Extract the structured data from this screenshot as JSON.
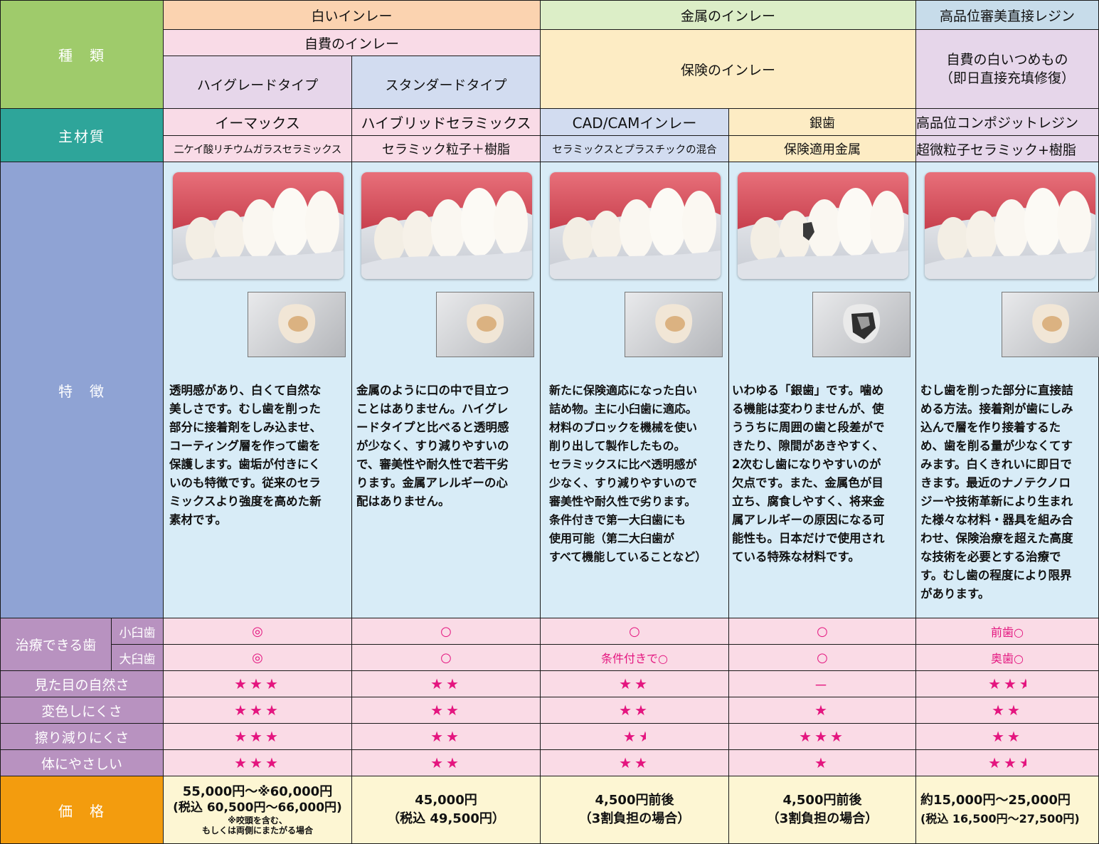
{
  "colors": {
    "green": "#9fcb6b",
    "teal": "#2ea59a",
    "blue": "#8fa3d4",
    "purple": "#b892c0",
    "orange": "#f39c0e",
    "peach": "#fbd3b0",
    "light_pink": "#f9dbe7",
    "lavender": "#e6d6ea",
    "periwinkle": "#d2dcf0",
    "light_green": "#dceec7",
    "cream": "#fdecc4",
    "sky": "#c7dcea",
    "feature_bg": "#d8ecf7",
    "score_bg": "#fadbe6",
    "price_bg": "#fdf6d3",
    "magenta": "#e4157f"
  },
  "row_headers": {
    "type": "種　類",
    "material": "主材質",
    "features": "特　徴",
    "treatable": "治療できる歯",
    "premolar": "小臼歯",
    "molar": "大臼歯",
    "appearance": "見た目の自然さ",
    "discolor": "変色しにくさ",
    "wear": "擦り減りにくさ",
    "body": "体にやさしい",
    "price": "価　格"
  },
  "groups": {
    "white_inlay": "白いインレー",
    "metal_inlay": "金属のインレー",
    "resin": "高品位審美直接レジン",
    "self_pay_inlay": "自費のインレー",
    "insurance_inlay": "保険のインレー",
    "resin_sub": "自費の白いつめもの\n（即日直接充填修復）"
  },
  "columns": [
    {
      "type": "ハイグレードタイプ",
      "material": "イーマックス",
      "composition": "二ケイ酸リチウムガラスセラミックス",
      "tooth_icon": "tooth-icon",
      "description": "透明感があり、白くて自然な\n美しさです。むし歯を削った\n部分に接着剤をしみ込ませ、\nコーティング層を作って歯を\n保護します。歯垢が付きにく\nいのも特徴です。従来のセラ\nミックスより強度を高めた新\n素材です。",
      "premolar": "◎",
      "molar": "◎",
      "appearance": "★★★",
      "discolor": "★★★",
      "wear": "★★★",
      "body": "★★★",
      "price": {
        "main": "55,000円～※60,000円",
        "tax": "(税込 60,500円～66,000円)",
        "note1": "※咬頭を含む、",
        "note2": "もしくは両側にまたがる場合"
      }
    },
    {
      "type": "スタンダードタイプ",
      "material": "ハイブリッドセラミックス",
      "composition": "セラミック粒子＋樹脂",
      "tooth_icon": "tooth-icon",
      "description": "金属のように口の中で目立つ\nことはありません。ハイグレ\nードタイプと比べると透明感\nが少なく、すり減りやすいの\nで、審美性や耐久性で若干劣\nります。金属アレルギーの心\n配はありません。",
      "premolar": "○",
      "molar": "○",
      "appearance": "★★",
      "discolor": "★★",
      "wear": "★★",
      "body": "★★",
      "price": {
        "main": "45,000円",
        "tax": "（税込 49,500円）"
      }
    },
    {
      "material": "CAD/CAMインレー",
      "composition": "セラミックスとプラスチックの混合",
      "tooth_icon": "tooth-icon",
      "description": "新たに保険適応になった白い\n詰め物。主に小臼歯に適応。\n材料のブロックを機械を使い\n削り出して製作したもの。\nセラミックスに比べ透明感が\n少なく、すり減りやすいので\n審美性や耐久性で劣ります。\n条件付きで第一大臼歯にも\n使用可能（第二大臼歯が\nすべて機能していることなど）",
      "premolar": "○",
      "molar": "条件付きで○",
      "appearance": "★★",
      "discolor": "★★",
      "wear": "★",
      "body": "★★",
      "wear_half": true,
      "price": {
        "main": "4,500円前後",
        "tax": "（3割負担の場合）"
      }
    },
    {
      "material": "銀歯",
      "composition": "保険適用金属",
      "tooth_icon": "metal-tooth-icon",
      "description": "いわゆる「銀歯」です。噛め\nる機能は変わりませんが、使\nううちに周囲の歯と段差がで\nきたり、隙間があきやすく、\n2次むし歯になりやすいのが\n欠点です。また、金属色が目\n立ち、腐食しやすく、将来金\n属アレルギーの原因になる可\n能性も。日本だけで使用され\nている特殊な材料です。",
      "premolar": "○",
      "molar": "○",
      "appearance": "－",
      "discolor": "★",
      "wear": "★★★",
      "body": "★",
      "price": {
        "main": "4,500円前後",
        "tax": "（3割負担の場合）"
      }
    },
    {
      "material": "高品位コンポジットレジン",
      "composition": "超微粒子セラミック+樹脂",
      "tooth_icon": "tooth-icon",
      "description": "むし歯を削った部分に直接詰\nめる方法。接着剤が歯にしみ\n込んで層を作り接着するた\nめ、歯を削る量が少なくてす\nみます。白くきれいに即日で\nきます。最近のナノテクノロ\nジーや技術革新により生まれ\nた様々な材料・器具を組み合\nわせ、保険治療を超えた高度\nな技術を必要とする治療で\nす。むし歯の程度により限界\nがあります。",
      "premolar": "前歯○",
      "molar": "奥歯○",
      "appearance": "★★",
      "discolor": "★★",
      "wear": "★★",
      "body": "★★",
      "appearance_half": true,
      "body_half": true,
      "price": {
        "main": "約15,000円～25,000円",
        "tax": "(税込 16,500円～27,500円)"
      }
    }
  ]
}
